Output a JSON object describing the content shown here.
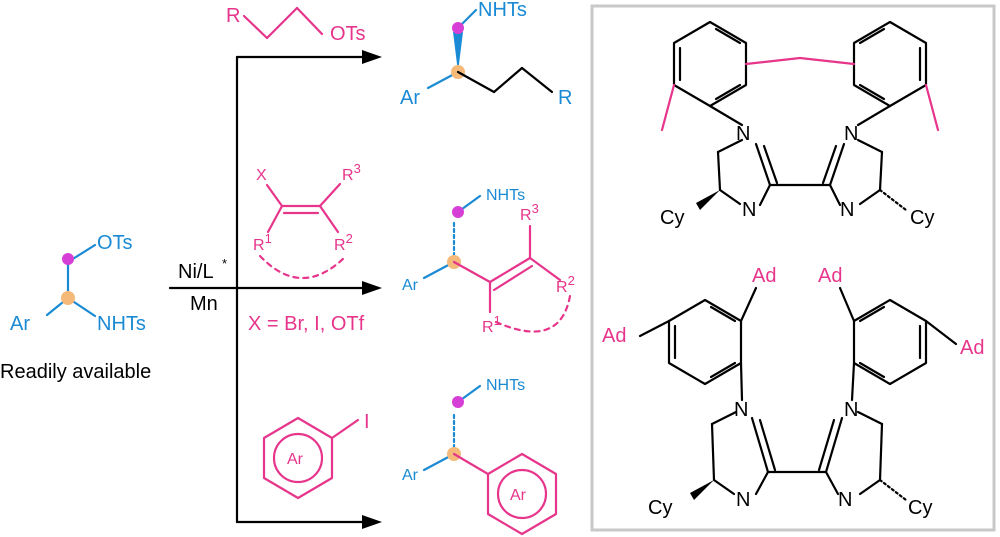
{
  "colors": {
    "accent_blue": "#1a8ad4",
    "accent_pink": "#e6358b",
    "center_orange": "#f5b97a",
    "ball_magenta": "#d63fd6",
    "panel_gray": "#c8c8c8"
  },
  "start": {
    "group_top": "OTs",
    "group_bottom": "NHTs",
    "aryl": "Ar",
    "caption": "Readily available"
  },
  "conditions": {
    "catalyst": "Ni/L",
    "star": "*",
    "reductant": "Mn"
  },
  "reagents": {
    "alkyl": {
      "R": "R",
      "leaving": "OTs"
    },
    "vinyl": {
      "X": "X",
      "R3": "R",
      "R3n": "3",
      "R1": "R",
      "R1n": "1",
      "R2": "R",
      "R2n": "2",
      "note": "X = Br, I, OTf"
    },
    "aryl": {
      "I": "I",
      "ring": "Ar"
    }
  },
  "products": {
    "p1": {
      "nhts": "NHTs",
      "ar": "Ar",
      "r": "R"
    },
    "p2": {
      "nhts": "NHTs",
      "ar": "Ar",
      "R3": "R",
      "R3n": "3",
      "R2": "R",
      "R2n": "2",
      "R1": "R",
      "R1n": "1"
    },
    "p3": {
      "nhts": "NHTs",
      "ar": "Ar",
      "ring": "Ar"
    }
  },
  "ligands": {
    "L1": {
      "n1": "N",
      "n2": "N",
      "n3": "N",
      "n4": "N",
      "cy1": "Cy",
      "cy2": "Cy"
    },
    "L2": {
      "ad1": "Ad",
      "ad2": "Ad",
      "ad3": "Ad",
      "ad4": "Ad",
      "n1": "N",
      "n2": "N",
      "n3": "N",
      "n4": "N",
      "cy1": "Cy",
      "cy2": "Cy"
    }
  }
}
